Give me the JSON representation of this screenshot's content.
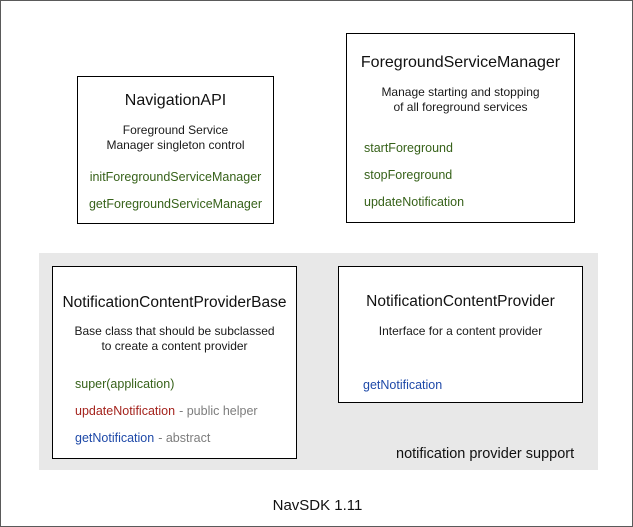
{
  "colors": {
    "method_green": "#37621a",
    "method_red": "#a4231d",
    "method_blue": "#1e49a8",
    "note_gray": "#7d7d7d",
    "group_bg": "#e8e8e8",
    "box_border": "#000000"
  },
  "boxes": {
    "navigation_api": {
      "title": "NavigationAPI",
      "description": [
        "Foreground Service",
        "Manager singleton control"
      ],
      "methods": [
        {
          "name": "initForegroundServiceManager"
        },
        {
          "name": "getForegroundServiceManager"
        }
      ]
    },
    "foreground_service_manager": {
      "title": "ForegroundServiceManager",
      "description": [
        "Manage starting and stopping",
        "of all foreground services"
      ],
      "methods": [
        {
          "name": "startForeground"
        },
        {
          "name": "stopForeground"
        },
        {
          "name": "updateNotification"
        }
      ]
    },
    "notification_content_provider_base": {
      "title": "NotificationContentProviderBase",
      "description": [
        "Base class that should be subclassed",
        "to create a content provider"
      ],
      "methods": [
        {
          "name": "super(application)",
          "note": ""
        },
        {
          "name": "updateNotification",
          "note": "- public helper"
        },
        {
          "name": "getNotification",
          "note": "- abstract"
        }
      ]
    },
    "notification_content_provider": {
      "title": "NotificationContentProvider",
      "description": [
        "Interface for a content provider"
      ],
      "methods": [
        {
          "name": "getNotification"
        }
      ]
    }
  },
  "group": {
    "label": "notification provider support"
  },
  "page": {
    "caption": "NavSDK 1.11"
  }
}
